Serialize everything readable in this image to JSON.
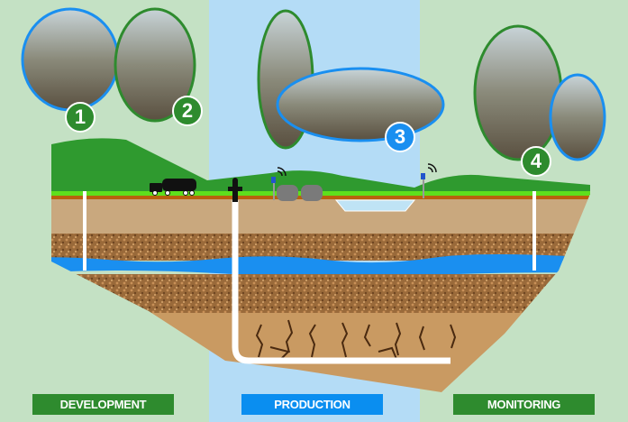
{
  "stages": [
    {
      "label": "DEVELOPMENT",
      "color": "#2e8b2e"
    },
    {
      "label": "PRODUCTION",
      "color": "#0a8ef0"
    },
    {
      "label": "MONITORING",
      "color": "#2e8b2e"
    }
  ],
  "photo_badges": [
    {
      "number": "1",
      "color": "#2e8b2e"
    },
    {
      "number": "2",
      "color": "#2e8b2e"
    },
    {
      "number": "3",
      "color": "#1a8ff0"
    },
    {
      "number": "4",
      "color": "#2e8b2e"
    }
  ]
}
